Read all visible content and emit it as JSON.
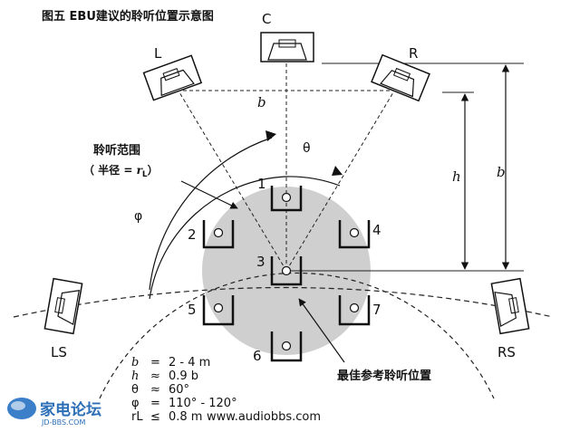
{
  "title": "图五 EBU建议的聆听位置示意图",
  "speakers": {
    "center": "C",
    "left": "L",
    "right": "R",
    "left_surround": "LS",
    "right_surround": "RS"
  },
  "dimensions": {
    "b_top": "b",
    "b_side": "b",
    "h": "h",
    "theta": "θ",
    "phi": "φ"
  },
  "listening_area": {
    "label_line1": "聆听范围",
    "label_line2_open": "（ 半径 = ",
    "label_line2_var": "r",
    "label_line2_sub": "L",
    "label_line2_close": "）"
  },
  "seats": [
    "1",
    "2",
    "3",
    "4",
    "5",
    "6",
    "7"
  ],
  "best_position": "最佳参考聆听位置",
  "specs": [
    {
      "sym": "b",
      "rel": "=",
      "val": "2 - 4 m"
    },
    {
      "sym": "h",
      "rel": "≈",
      "val": "0.9 b"
    },
    {
      "sym": "θ",
      "rel": "≈",
      "val": "60°"
    },
    {
      "sym": "φ",
      "rel": "=",
      "val": "110° - 120°"
    },
    {
      "sym": "rL",
      "rel": "≤",
      "val": "0.8 m"
    }
  ],
  "website": "www.audiobbs.com",
  "watermark": {
    "name": "家电论坛",
    "url": "JD-BBS.COM"
  }
}
